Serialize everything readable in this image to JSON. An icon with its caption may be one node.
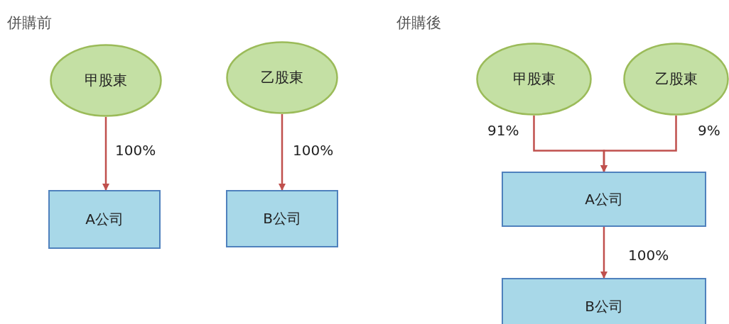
{
  "diagram": {
    "nodes": [
      {
        "text": [
          "甲股東"
        ]
      },
      {
        "text": [
          "乙股東"
        ]
      },
      {
        "text": [
          "A公司"
        ]
      },
      {
        "text": [
          "B公司"
        ]
      },
      {
        "text": [
          "甲股東"
        ]
      },
      {
        "text": [
          "乙股東"
        ]
      },
      {
        "text": [
          "A公司"
        ]
      },
      {
        "text": [
          "B公司"
        ]
      }
    ],
    "edges": [
      {
        "from": 0,
        "to": 2,
        "arrow": "to",
        "label": "100%"
      },
      {
        "from": 1,
        "to": 3,
        "arrow": "to",
        "label": "100%"
      },
      {
        "from": 4,
        "to": 6,
        "arrow": "to",
        "label": "91%"
      },
      {
        "from": 5,
        "to": 6,
        "arrow": "to",
        "label": "9%"
      },
      {
        "from": 6,
        "to": 7,
        "arrow": "to",
        "label": "100%"
      }
    ],
    "labels": [
      "併購前",
      "併購後"
    ]
  }
}
